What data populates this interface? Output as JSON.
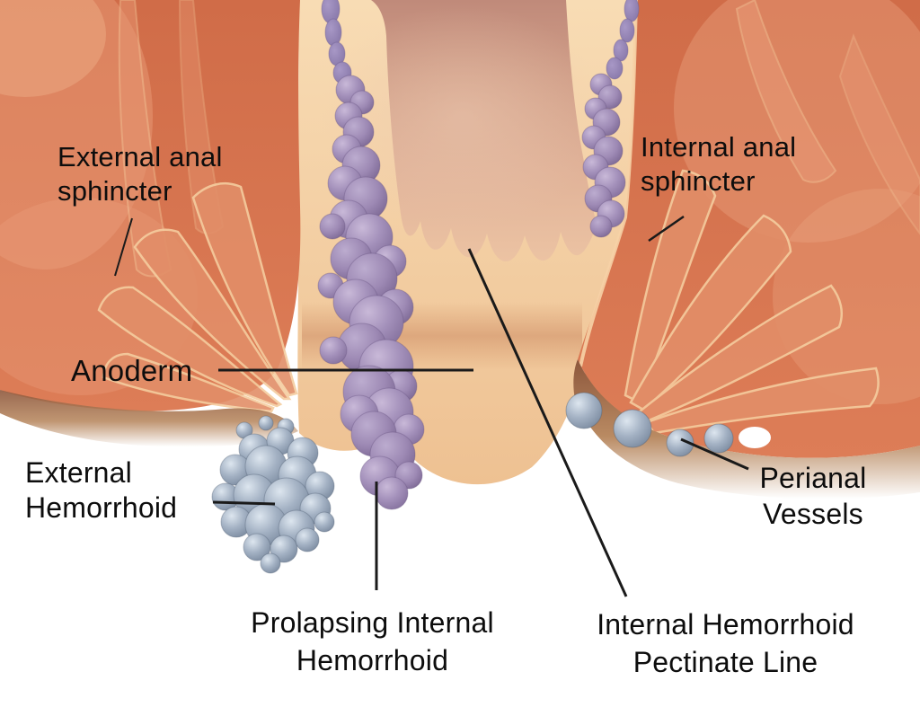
{
  "figure": {
    "type": "medical-illustration",
    "subject": "Cross-section anatomy of the anal canal with hemorrhoids"
  },
  "labels": {
    "external_anal_sphincter": {
      "line1": "External anal",
      "line2": "sphincter"
    },
    "internal_anal_sphincter": {
      "line1": "Internal anal",
      "line2": "sphincter"
    },
    "anoderm": {
      "text": "Anoderm"
    },
    "external_hemorrhoid": {
      "line1": "External",
      "line2": "Hemorrhoid"
    },
    "prolapsing_internal_hemorrhoid": {
      "line1": "Prolapsing Internal",
      "line2": "Hemorrhoid"
    },
    "internal_hemorrhoid_pectinate_line": {
      "line1": "Internal Hemorrhoid",
      "line2": "Pectinate Line"
    },
    "perianal_vessels": {
      "line1": "Perianal",
      "line2": "Vessels"
    }
  },
  "colors": {
    "muscle_orange": "#d6714c",
    "muscle_highlight": "#e28e68",
    "tissue_outline_cream": "#f5cd9f",
    "mucosa_pink": "#d9a890",
    "canal_cream": "#f4cba0",
    "hemorrhoid_purple": "#9b87b2",
    "hemorrhoid_blue_gray": "#95a4b8",
    "skin_brown": "#9a6246",
    "label_text": "#0d0d0d",
    "pointer_line": "#1a1a1a",
    "background": "#ffffff"
  }
}
